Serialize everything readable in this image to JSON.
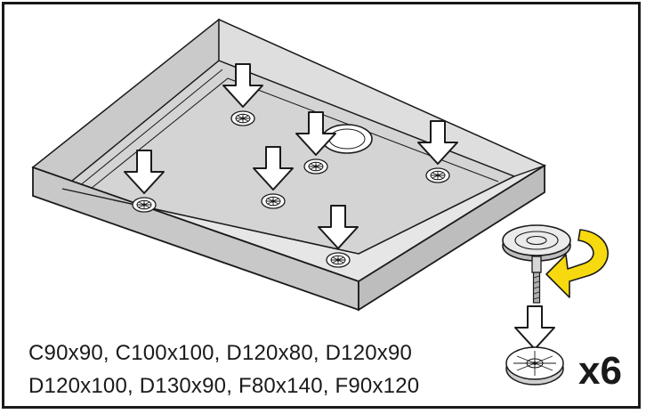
{
  "models": {
    "line1": "C90x90, C100x100, D120x80, D120x90",
    "line2": "D120x100, D130x90, F80x140, F90x120"
  },
  "quantity": "x6",
  "colors": {
    "tray_top": "#dcdcdc",
    "tray_inner": "#cfcfcf",
    "tray_side": "#c4c4c4",
    "rotation_arrow": "#f7d90f",
    "outline": "#1a1a1a"
  },
  "icons": [
    "down-arrow-icon",
    "adjustable-foot-icon",
    "rotation-arrow-icon",
    "foot-base-icon"
  ]
}
